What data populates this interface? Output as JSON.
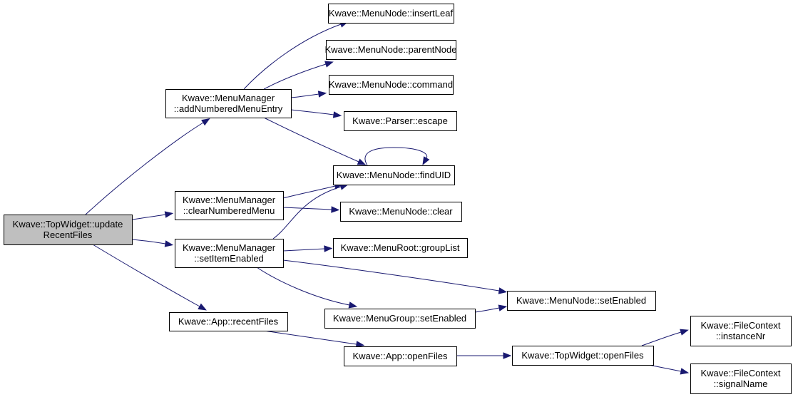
{
  "colors": {
    "edge": "#191970",
    "root_fill": "#bfbfbf",
    "node_fill": "#ffffff",
    "border": "#000000"
  },
  "nodes": {
    "topwidget_update": {
      "lines": [
        "Kwave::TopWidget::update",
        "RecentFiles"
      ],
      "root": true
    },
    "mm_addNumbered": {
      "lines": [
        "Kwave::MenuManager",
        "::addNumberedMenuEntry"
      ]
    },
    "mm_clearNumbered": {
      "lines": [
        "Kwave::MenuManager",
        "::clearNumberedMenu"
      ]
    },
    "mm_setItemEnabled": {
      "lines": [
        "Kwave::MenuManager",
        "::setItemEnabled"
      ]
    },
    "app_recentFiles": {
      "lines": [
        "Kwave::App::recentFiles"
      ]
    },
    "mn_insertLeaf": {
      "lines": [
        "Kwave::MenuNode::insertLeaf"
      ]
    },
    "mn_parentNode": {
      "lines": [
        "Kwave::MenuNode::parentNode"
      ]
    },
    "mn_command": {
      "lines": [
        "Kwave::MenuNode::command"
      ]
    },
    "parser_escape": {
      "lines": [
        "Kwave::Parser::escape"
      ]
    },
    "mn_findUID": {
      "lines": [
        "Kwave::MenuNode::findUID"
      ]
    },
    "mn_clear": {
      "lines": [
        "Kwave::MenuNode::clear"
      ]
    },
    "mr_groupList": {
      "lines": [
        "Kwave::MenuRoot::groupList"
      ]
    },
    "mg_setEnabled": {
      "lines": [
        "Kwave::MenuGroup::setEnabled"
      ]
    },
    "mn_setEnabled": {
      "lines": [
        "Kwave::MenuNode::setEnabled"
      ]
    },
    "app_openFiles": {
      "lines": [
        "Kwave::App::openFiles"
      ]
    },
    "tw_openFiles": {
      "lines": [
        "Kwave::TopWidget::openFiles"
      ]
    },
    "fc_instanceNr": {
      "lines": [
        "Kwave::FileContext",
        "::instanceNr"
      ]
    },
    "fc_signalName": {
      "lines": [
        "Kwave::FileContext",
        "::signalName"
      ]
    }
  },
  "edges": [
    {
      "from": "topwidget_update",
      "to": "mm_addNumbered"
    },
    {
      "from": "topwidget_update",
      "to": "mm_clearNumbered"
    },
    {
      "from": "topwidget_update",
      "to": "mm_setItemEnabled"
    },
    {
      "from": "topwidget_update",
      "to": "app_recentFiles"
    },
    {
      "from": "mm_addNumbered",
      "to": "mn_insertLeaf"
    },
    {
      "from": "mm_addNumbered",
      "to": "mn_parentNode"
    },
    {
      "from": "mm_addNumbered",
      "to": "mn_command"
    },
    {
      "from": "mm_addNumbered",
      "to": "parser_escape"
    },
    {
      "from": "mm_addNumbered",
      "to": "mn_findUID"
    },
    {
      "from": "mn_findUID",
      "to": "mn_findUID"
    },
    {
      "from": "mm_clearNumbered",
      "to": "mn_findUID"
    },
    {
      "from": "mm_clearNumbered",
      "to": "mn_clear"
    },
    {
      "from": "mm_setItemEnabled",
      "to": "mn_findUID"
    },
    {
      "from": "mm_setItemEnabled",
      "to": "mr_groupList"
    },
    {
      "from": "mm_setItemEnabled",
      "to": "mn_setEnabled"
    },
    {
      "from": "mm_setItemEnabled",
      "to": "mg_setEnabled"
    },
    {
      "from": "mg_setEnabled",
      "to": "mn_setEnabled"
    },
    {
      "from": "app_recentFiles",
      "to": "app_openFiles"
    },
    {
      "from": "app_openFiles",
      "to": "tw_openFiles"
    },
    {
      "from": "tw_openFiles",
      "to": "fc_instanceNr"
    },
    {
      "from": "tw_openFiles",
      "to": "fc_signalName"
    }
  ]
}
